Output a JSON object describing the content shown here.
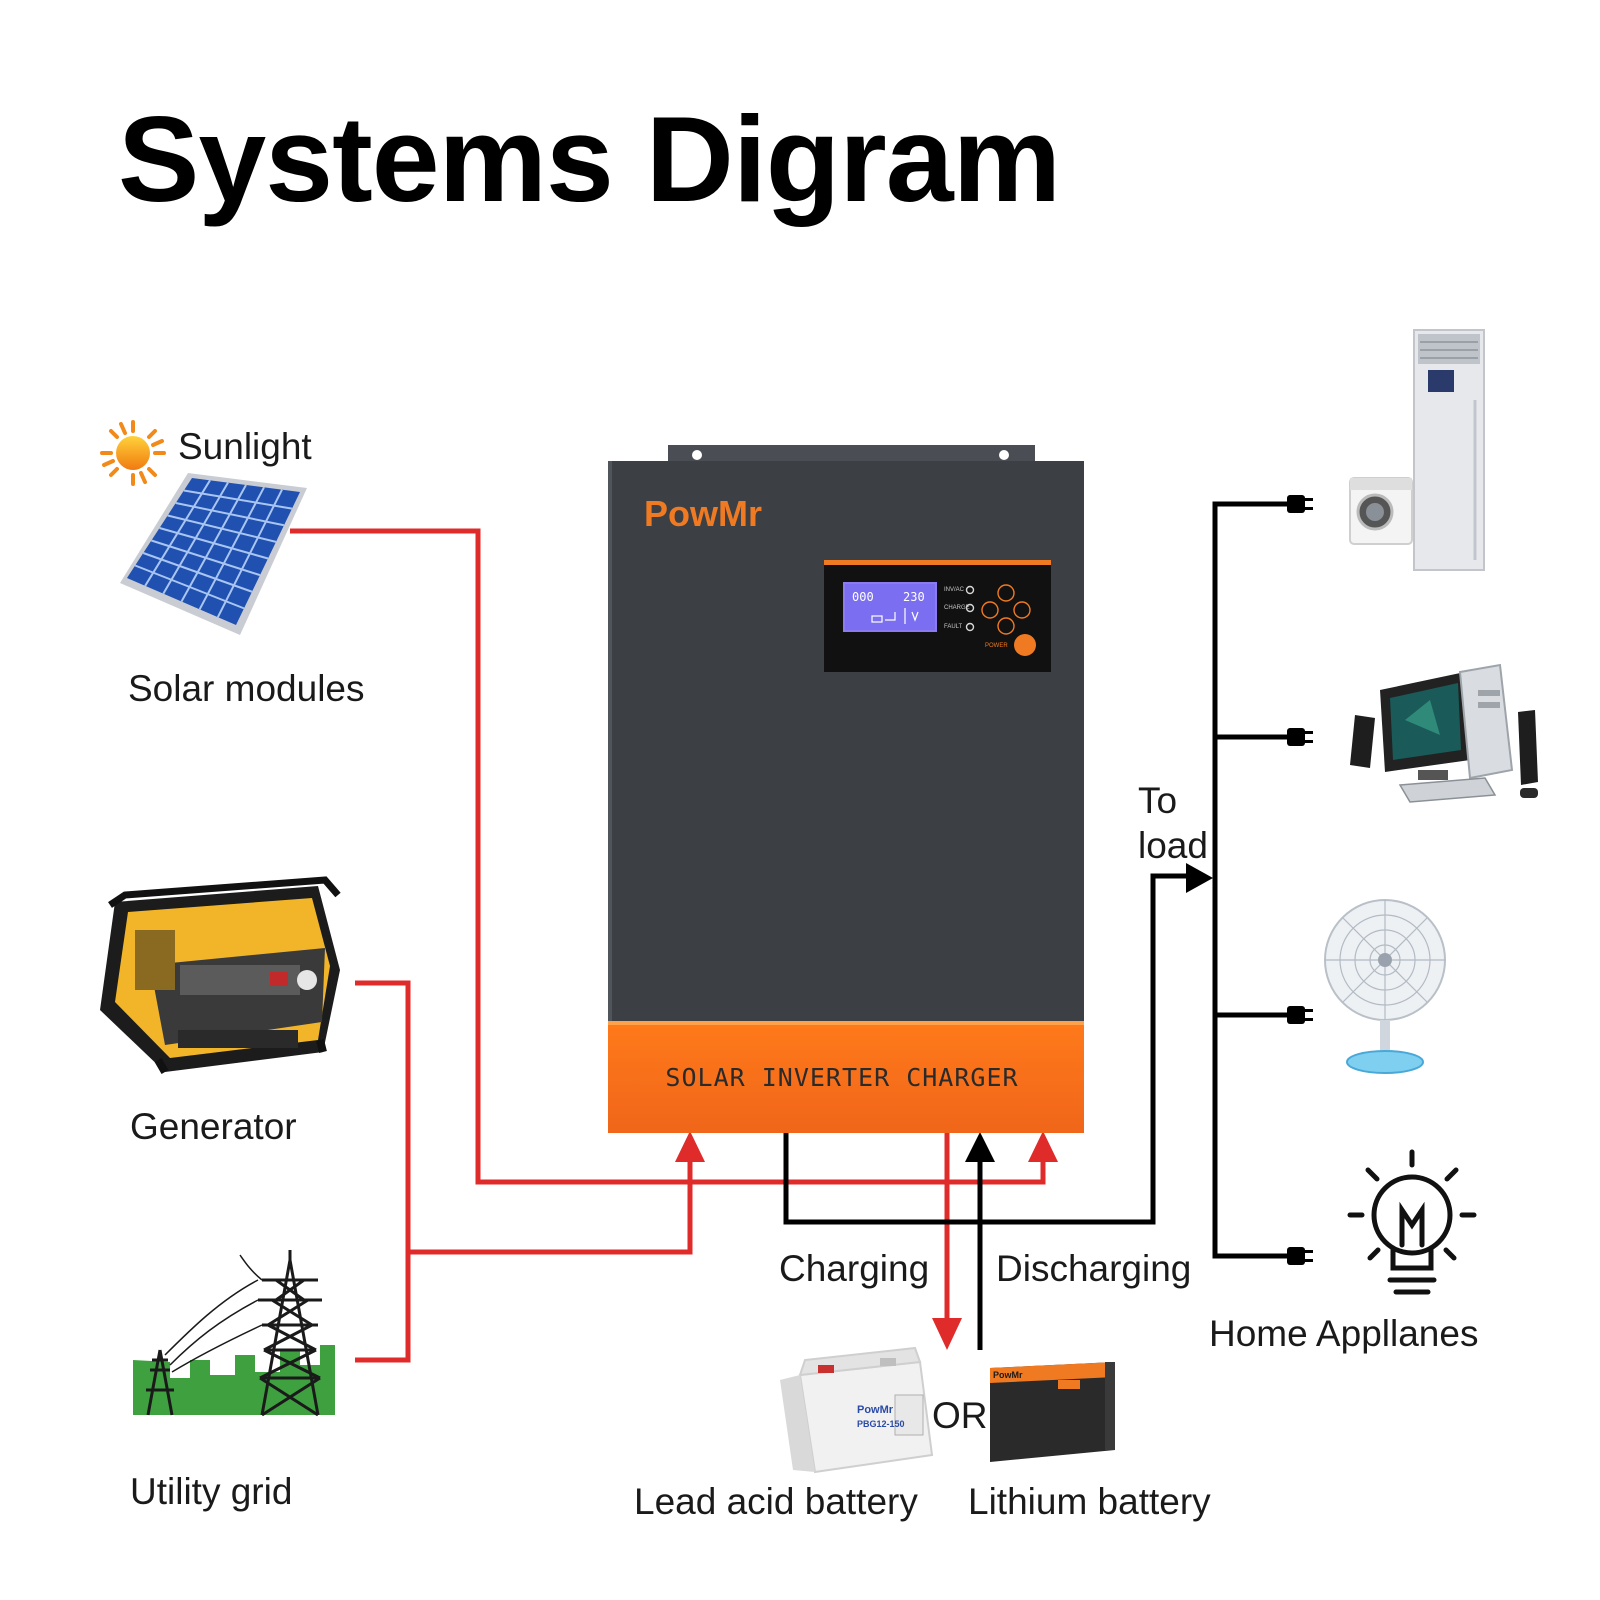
{
  "title": "Systems Digram",
  "sources": {
    "sunlight": "Sunlight",
    "solar": "Solar modules",
    "generator": "Generator",
    "grid": "Utility grid"
  },
  "inverter": {
    "brand": "PowMr",
    "caption": "SOLAR INVERTER CHARGER",
    "lcd_left": "000",
    "lcd_right": "230",
    "leds": [
      "INV/AC",
      "CHARGE",
      "FAULT"
    ],
    "power_label": "POWER"
  },
  "flows": {
    "to_load_line1": "To",
    "to_load_line2": "load",
    "charging": "Charging",
    "discharging": "Discharging"
  },
  "batteries": {
    "lead_acid": "Lead acid battery",
    "lithium": "Lithium battery",
    "or": "OR",
    "lead_brand": "PowMr",
    "lead_model": "PBG12-150",
    "lithium_brand": "PowMr"
  },
  "loads": {
    "label": "Home Appllanes",
    "items": [
      "air-conditioner-and-washer",
      "computer",
      "fan",
      "light-bulb"
    ]
  },
  "colors": {
    "source_line": "#e02b2b",
    "load_line": "#000000",
    "inverter_body": "#3c4045",
    "inverter_accent": "#f07a22",
    "lcd": "#8a7cf0"
  }
}
